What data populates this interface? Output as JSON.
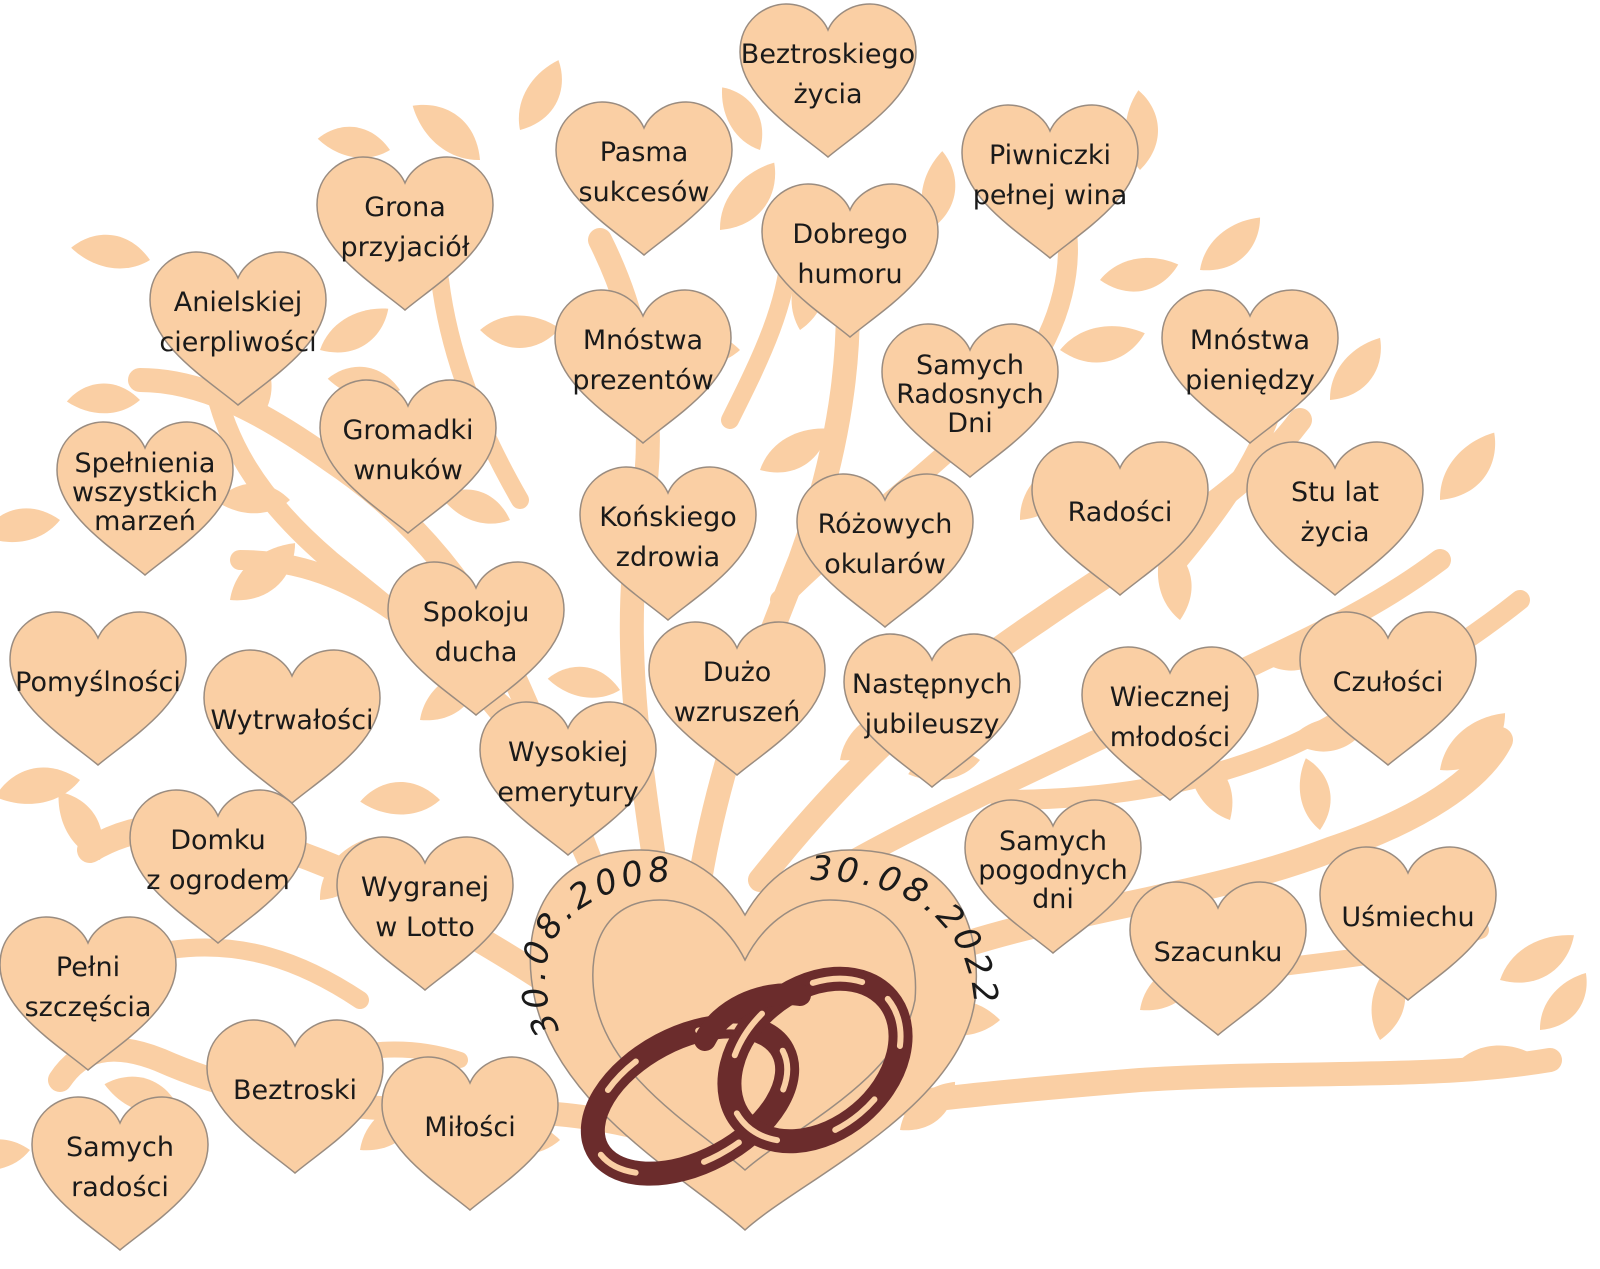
{
  "colors": {
    "fill": "#FACFA4",
    "stroke": "#9a8c80",
    "ring": "#6B2C2C",
    "text": "#1a1a1a"
  },
  "rings_icon": "interlocked-wedding-rings-icon",
  "dates": {
    "left": "30.08.2008",
    "right": "30.08.2022"
  },
  "hearts": [
    {
      "id": "beztroskiego-zycia",
      "lines": [
        "Beztroskiego",
        "życia"
      ]
    },
    {
      "id": "pasma-sukcesow",
      "lines": [
        "Pasma",
        "sukcesów"
      ]
    },
    {
      "id": "piwniczki",
      "lines": [
        "Piwniczki",
        "pełnej wina"
      ]
    },
    {
      "id": "grona-przyjaciol",
      "lines": [
        "Grona",
        "przyjaciół"
      ]
    },
    {
      "id": "dobrego-humoru",
      "lines": [
        "Dobrego",
        "humoru"
      ]
    },
    {
      "id": "anielskiej",
      "lines": [
        "Anielskiej",
        "cierpliwości"
      ]
    },
    {
      "id": "mnostwa-prezentow",
      "lines": [
        "Mnóstwa",
        "prezentów"
      ]
    },
    {
      "id": "samych-radosnych-dni",
      "lines": [
        "Samych",
        "Radosnych",
        "Dni"
      ]
    },
    {
      "id": "mnostwa-pieniedzy",
      "lines": [
        "Mnóstwa",
        "pieniędzy"
      ]
    },
    {
      "id": "gromadki-wnukow",
      "lines": [
        "Gromadki",
        "wnuków"
      ]
    },
    {
      "id": "spelnienia",
      "lines": [
        "Spełnienia",
        "wszystkich",
        "marzeń"
      ]
    },
    {
      "id": "radosci",
      "lines": [
        "Radości"
      ]
    },
    {
      "id": "stu-lat",
      "lines": [
        "Stu lat",
        "życia"
      ]
    },
    {
      "id": "konskiego-zdrowia",
      "lines": [
        "Końskiego",
        "zdrowia"
      ]
    },
    {
      "id": "rozowych-okularow",
      "lines": [
        "Różowych",
        "okularów"
      ]
    },
    {
      "id": "spokoju-ducha",
      "lines": [
        "Spokoju",
        "ducha"
      ]
    },
    {
      "id": "czulosci",
      "lines": [
        "Czułości"
      ]
    },
    {
      "id": "pomyslnosci",
      "lines": [
        "Pomyślności"
      ]
    },
    {
      "id": "duzo-wzruszen",
      "lines": [
        "Dużo",
        "wzruszeń"
      ]
    },
    {
      "id": "nastepnych-jubileuszy",
      "lines": [
        "Następnych",
        "jubileuszy"
      ]
    },
    {
      "id": "wiecznej-mlodosci",
      "lines": [
        "Wiecznej",
        "młodości"
      ]
    },
    {
      "id": "wytrwalosci",
      "lines": [
        "Wytrwałości"
      ]
    },
    {
      "id": "wysokiej-emerytury",
      "lines": [
        "Wysokiej",
        "emerytury"
      ]
    },
    {
      "id": "domku-z-ogrodem",
      "lines": [
        "Domku",
        "z ogrodem"
      ]
    },
    {
      "id": "samych-pogodnych-dni",
      "lines": [
        "Samych",
        "pogodnych",
        "dni"
      ]
    },
    {
      "id": "usmiechu",
      "lines": [
        "Uśmiechu"
      ]
    },
    {
      "id": "wygranej-w-lotto",
      "lines": [
        "Wygranej",
        "w Lotto"
      ]
    },
    {
      "id": "szacunku",
      "lines": [
        "Szacunku"
      ]
    },
    {
      "id": "pelni-szczescia",
      "lines": [
        "Pełni",
        "szczęścia"
      ]
    },
    {
      "id": "beztroski",
      "lines": [
        "Beztroski"
      ]
    },
    {
      "id": "milosci",
      "lines": [
        "Miłości"
      ]
    },
    {
      "id": "samych-radosci",
      "lines": [
        "Samych",
        "radości"
      ]
    }
  ]
}
